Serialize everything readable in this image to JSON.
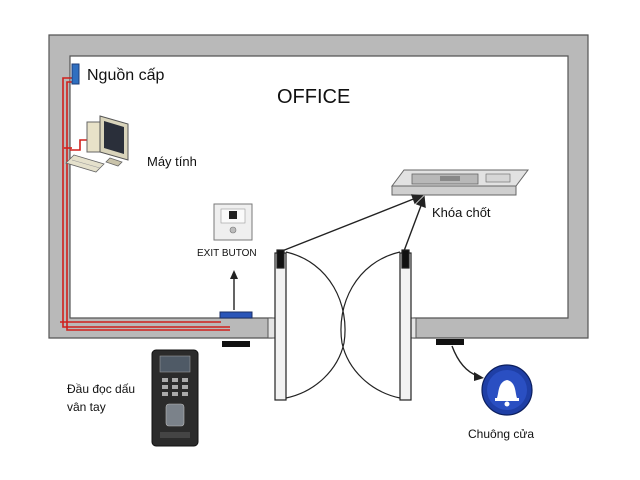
{
  "diagram": {
    "room_title": "OFFICE",
    "labels": {
      "power_supply": "Nguồn cấp",
      "computer": "Máy tính",
      "exit_button": "EXIT BUTON",
      "lock": "Khóa chốt",
      "reader_line1": "Đầu đọc dấu",
      "reader_line2": "vân tay",
      "doorbell": "Chuông cửa"
    },
    "colors": {
      "wall": "#9a9a9a",
      "wire": "#d0201c",
      "wire_blue": "#2a55b8",
      "bell": "#1f3fa6",
      "reader": "#2b2b2b"
    }
  }
}
